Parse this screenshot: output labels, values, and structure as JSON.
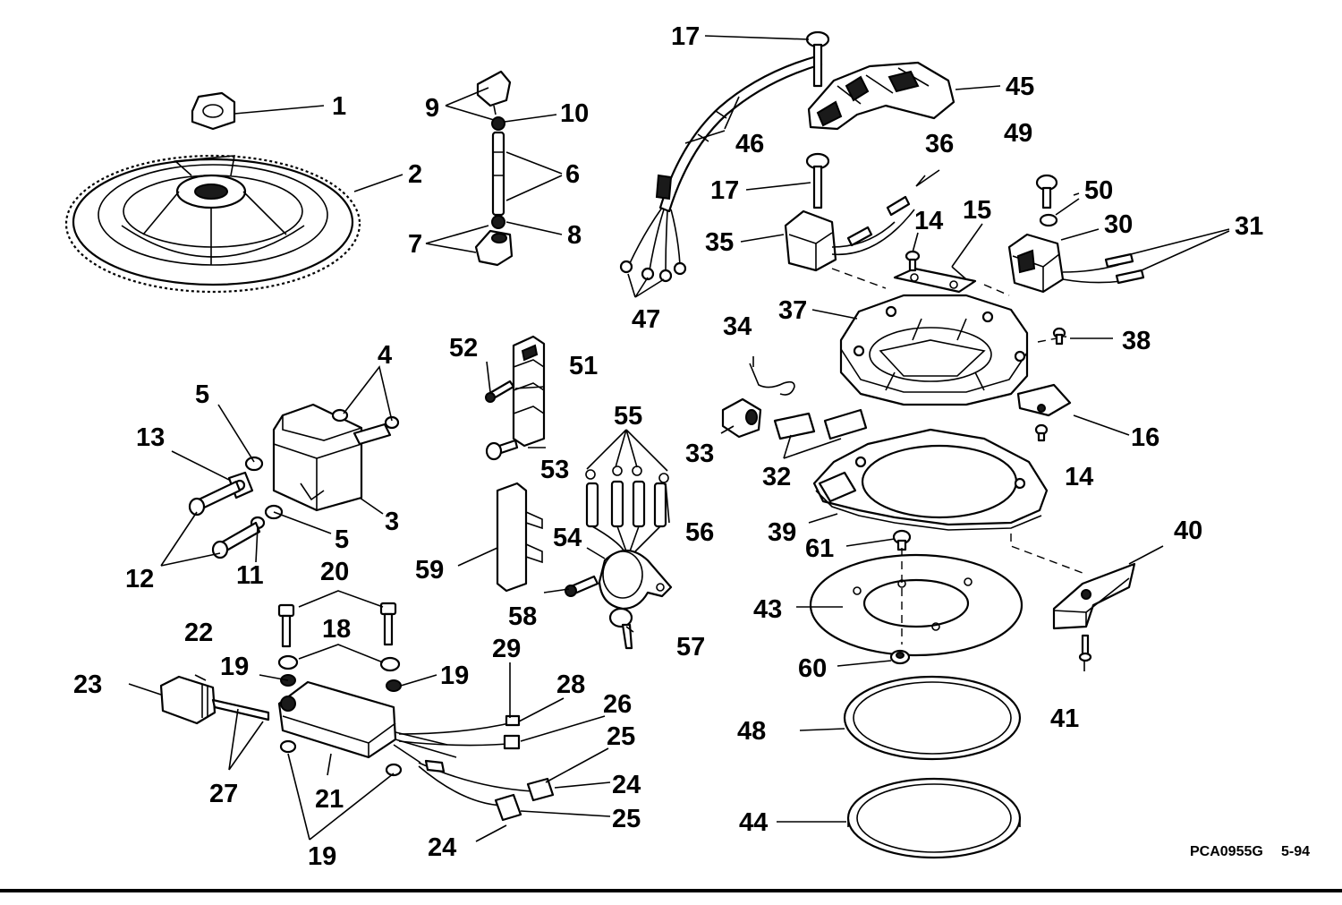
{
  "callouts": {
    "c1": "1",
    "c2": "2",
    "c3": "3",
    "c4": "4",
    "c5a": "5",
    "c5b": "5",
    "c6": "6",
    "c7": "7",
    "c8": "8",
    "c9": "9",
    "c10": "10",
    "c11": "11",
    "c12": "12",
    "c13": "13",
    "c14a": "14",
    "c14b": "14",
    "c15": "15",
    "c16": "16",
    "c17a": "17",
    "c17b": "17",
    "c18": "18",
    "c19a": "19",
    "c19b": "19",
    "c19c": "19",
    "c20": "20",
    "c21": "21",
    "c22": "22",
    "c23": "23",
    "c24a": "24",
    "c24b": "24",
    "c25a": "25",
    "c25b": "25",
    "c26": "26",
    "c27": "27",
    "c28": "28",
    "c29": "29",
    "c30": "30",
    "c31": "31",
    "c32": "32",
    "c33": "33",
    "c34": "34",
    "c35": "35",
    "c36": "36",
    "c37": "37",
    "c38": "38",
    "c39": "39",
    "c40": "40",
    "c41": "41",
    "c43": "43",
    "c44": "44",
    "c45": "45",
    "c46": "46",
    "c47": "47",
    "c48": "48",
    "c49": "49",
    "c50": "50",
    "c51": "51",
    "c52": "52",
    "c53": "53",
    "c54": "54",
    "c55": "55",
    "c56": "56",
    "c57": "57",
    "c58": "58",
    "c59": "59",
    "c60": "60",
    "c61": "61"
  },
  "reference_code": "PCA0955G",
  "revision_date": "5-94"
}
